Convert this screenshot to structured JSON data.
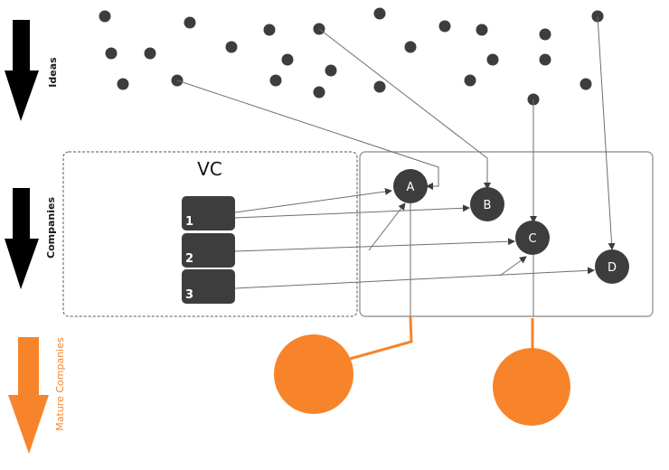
{
  "colors": {
    "dark": "#3d3d3d",
    "line": "#777777",
    "orange": "#f7842a",
    "box_border": "#888888"
  },
  "stages": [
    {
      "id": "ideas",
      "label": "Ideas",
      "arrow_color": "#000000"
    },
    {
      "id": "companies",
      "label": "Companies",
      "arrow_color": "#000000"
    },
    {
      "id": "mature",
      "label": "Mature Companies",
      "arrow_color": "#f7842a"
    }
  ],
  "vc": {
    "title": "VC",
    "funds": [
      {
        "id": "1",
        "label": "1"
      },
      {
        "id": "2",
        "label": "2"
      },
      {
        "id": "3",
        "label": "3"
      }
    ]
  },
  "companies": [
    {
      "id": "A",
      "label": "A"
    },
    {
      "id": "B",
      "label": "B"
    },
    {
      "id": "C",
      "label": "C"
    },
    {
      "id": "D",
      "label": "D"
    }
  ],
  "mature_companies": [
    {
      "from": "A"
    },
    {
      "from": "C"
    }
  ],
  "ideas": {
    "count": 25,
    "connected_to": [
      "A",
      "B",
      "C",
      "D"
    ]
  },
  "edges": [
    {
      "from": "fund-1",
      "to": "A"
    },
    {
      "from": "fund-1",
      "to": "B"
    },
    {
      "from": "fund-2",
      "to": "A"
    },
    {
      "from": "fund-2",
      "to": "C"
    },
    {
      "from": "fund-3",
      "to": "C"
    },
    {
      "from": "fund-3",
      "to": "D"
    },
    {
      "from": "idea",
      "to": "A"
    },
    {
      "from": "idea",
      "to": "B"
    },
    {
      "from": "idea",
      "to": "C"
    },
    {
      "from": "idea",
      "to": "D"
    }
  ]
}
